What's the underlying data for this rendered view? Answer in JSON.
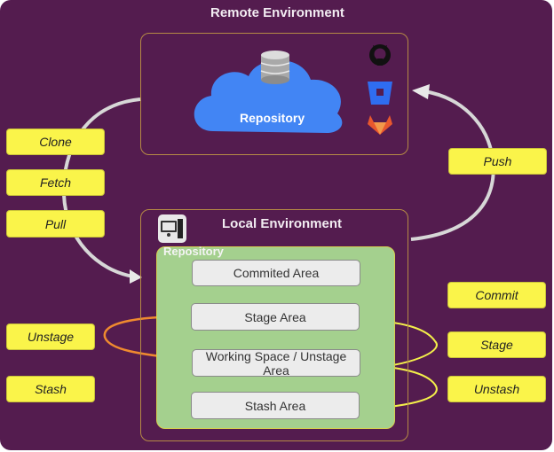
{
  "diagram": {
    "remote": {
      "title": "Remote Environment",
      "repository_label": "Repository",
      "icons": [
        "database-icon",
        "github-icon",
        "bitbucket-icon",
        "gitlab-icon"
      ]
    },
    "local": {
      "title": "Local Environment",
      "repository_label": "Repository",
      "areas": [
        {
          "id": "commited",
          "label": "Commited Area"
        },
        {
          "id": "stage",
          "label": "Stage Area"
        },
        {
          "id": "working",
          "label": "Working Space / Unstage Area"
        },
        {
          "id": "stash",
          "label": "Stash Area"
        }
      ]
    },
    "actions_left": [
      "Clone",
      "Fetch",
      "Pull",
      "Unstage",
      "Stash"
    ],
    "actions_right": [
      "Push",
      "Commit",
      "Stage",
      "Unstash"
    ],
    "colors": {
      "background": "#541c4f",
      "label_yellow": "#faf44a",
      "env_border": "#b58a45",
      "repo_green": "#a4d08e",
      "cloud_blue": "#4285f4",
      "arrow_yellow": "#f3ef4a",
      "arrow_orange": "#ef8a2f",
      "arrow_gray": "#d7d7d7"
    }
  }
}
